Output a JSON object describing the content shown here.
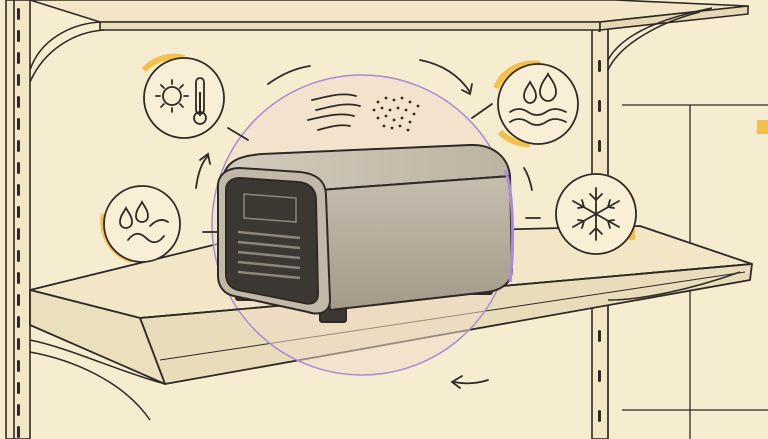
{
  "colors": {
    "background": "#f6ecd0",
    "wall_panel": "#f8efd6",
    "line": "#2f2a25",
    "accent_yellow": "#f3c14a",
    "accent_purple": "#a98bd6",
    "halo_fill": "#f1dcc9",
    "device_body": "#b3a999",
    "device_top": "#c9c0b1",
    "device_face": "#3b3833",
    "shelf_top": "#f2e6c6",
    "shelf_front": "#e9dcba"
  },
  "icons": [
    {
      "name": "sun-thermometer-icon",
      "meaning": "heat"
    },
    {
      "name": "water-waves-icon",
      "meaning": "humidity"
    },
    {
      "name": "snowflake-icon",
      "meaning": "cold"
    },
    {
      "name": "droplets-drain-icon",
      "meaning": "condensation"
    },
    {
      "name": "air-flow-icon",
      "meaning": "airflow"
    },
    {
      "name": "dust-particles-icon",
      "meaning": "dust"
    }
  ]
}
